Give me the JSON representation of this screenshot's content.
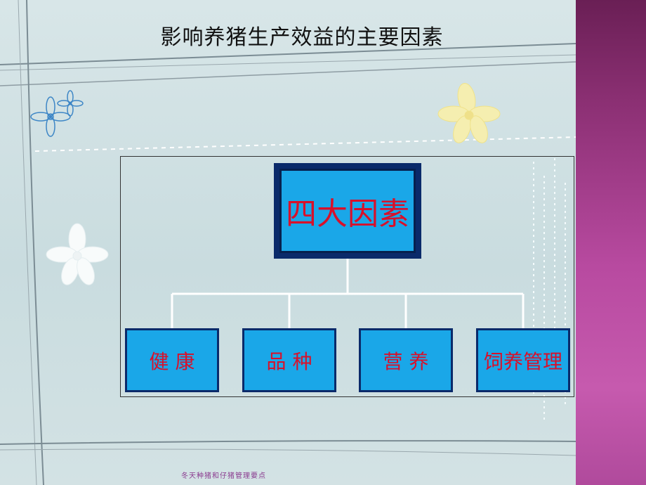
{
  "slide": {
    "title": "影响养猪生产效益的主要因素",
    "footer": "冬天种猪和仔猪管理要点"
  },
  "diagram": {
    "root": "四大因素",
    "children": [
      "健 康",
      "品 种",
      "营 养",
      "饲养管理"
    ]
  },
  "colors": {
    "box_fill": "#1aa7e8",
    "box_border": "#0a2a6a",
    "box_text": "#d8102a",
    "connector": "#ffffff",
    "side_band": "#b84aa0"
  }
}
